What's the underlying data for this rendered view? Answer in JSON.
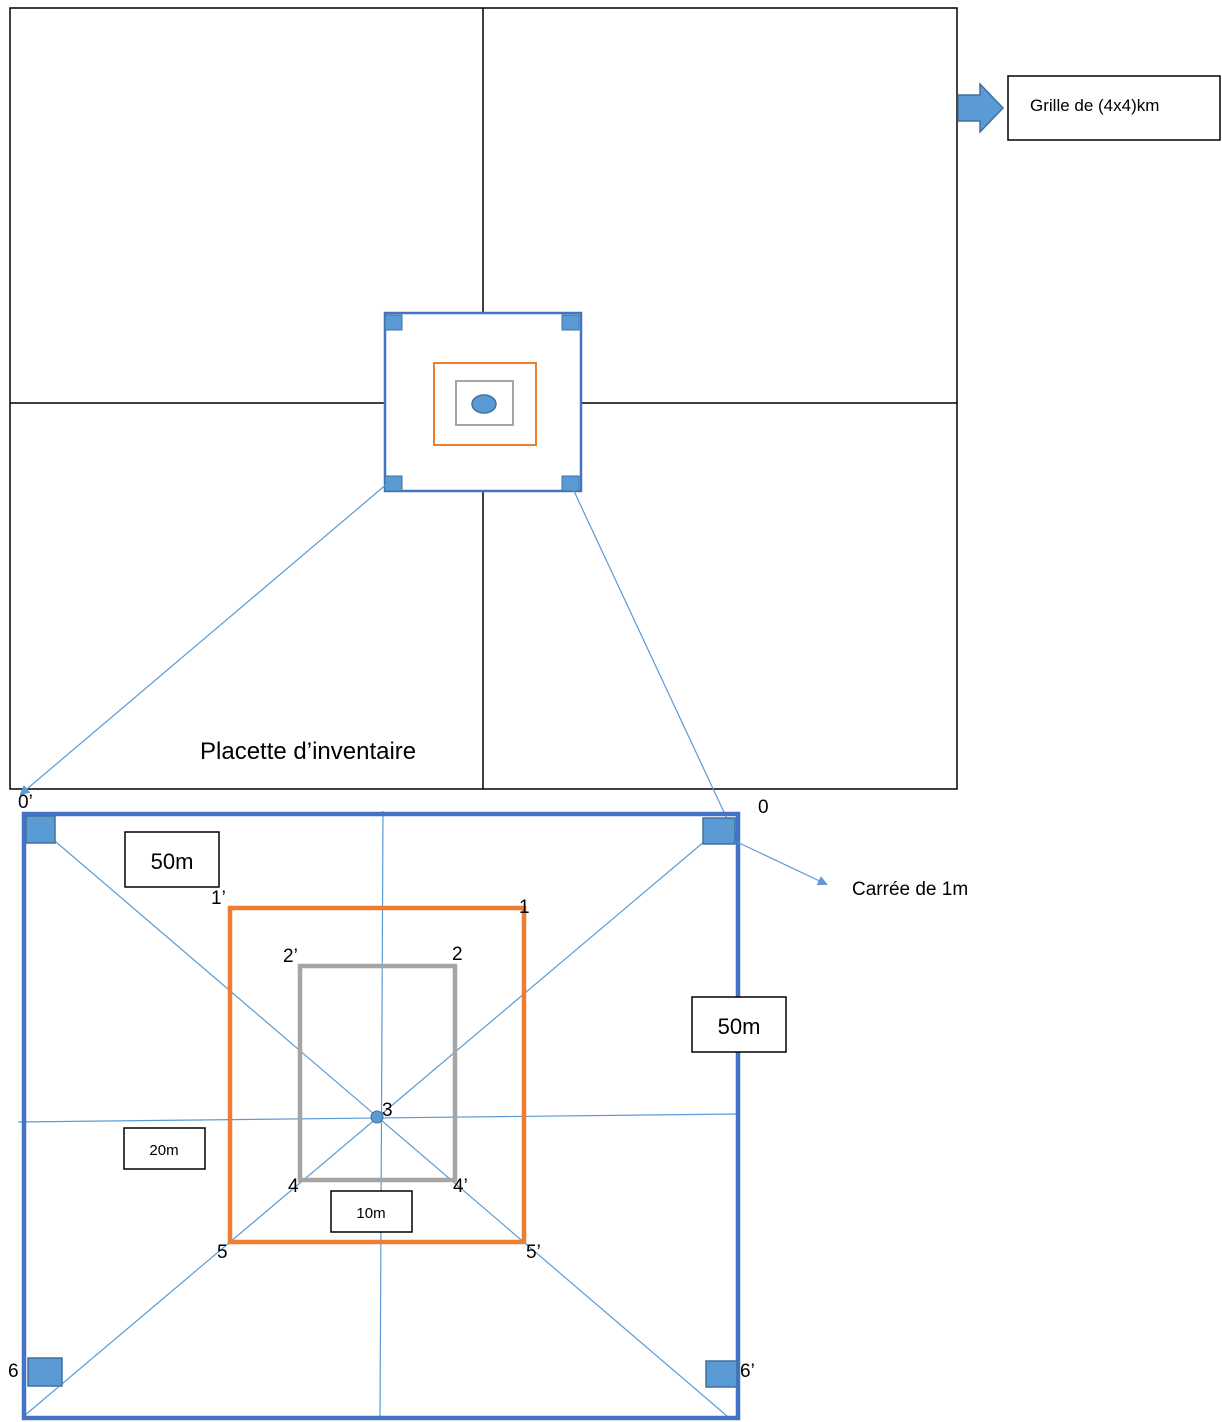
{
  "grid": {
    "label": "Grille de (4x4)km",
    "plot_label": "Placette d’inventaire"
  },
  "plot": {
    "square_label": "Carrée de 1m",
    "dimensions": {
      "top": "50m",
      "right": "50m",
      "middle": "20m",
      "inner": "10m"
    },
    "points": {
      "p0": "0",
      "p0p": "0’",
      "p1": "1",
      "p1p": "1’",
      "p2": "2",
      "p2p": "2’",
      "p3": "3",
      "p4": "4",
      "p4p": "4’",
      "p5": "5",
      "p5p": "5’",
      "p6": "6",
      "p6p": "6’"
    }
  },
  "colors": {
    "outer_blue": "#4472C4",
    "thin_blue": "#5B9BD5",
    "square_fill": "#5B9BD5",
    "square_stroke": "#41719C",
    "orange": "#ED7D31",
    "gray": "#A5A5A5",
    "black": "#000000"
  }
}
